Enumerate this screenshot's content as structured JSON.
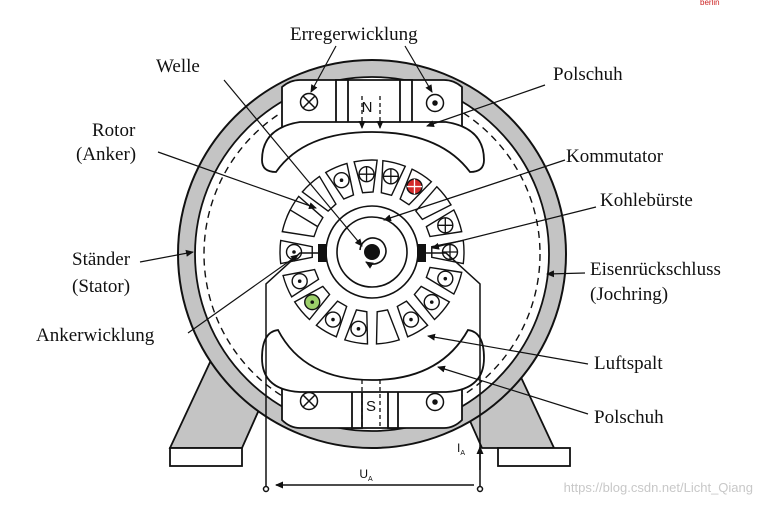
{
  "labels": {
    "erregerwicklung": "Erregerwicklung",
    "welle": "Welle",
    "polschuh_top": "Polschuh",
    "rotor": "Rotor",
    "anker": "(Anker)",
    "kommutator": "Kommutator",
    "kohlebuerste": "Kohlebürste",
    "staender": "Ständer",
    "stator": "(Stator)",
    "eisenrueckschluss": "Eisenrückschluss",
    "jochring": "(Jochring)",
    "ankerwicklung": "Ankerwicklung",
    "luftspalt": "Luftspalt",
    "polschuh_bottom": "Polschuh"
  },
  "poles": {
    "north": "N",
    "south": "S"
  },
  "terminals": {
    "voltage": "U",
    "voltage_sub": "A",
    "current": "I",
    "current_sub": "A"
  },
  "watermark": "https://blog.csdn.net/Licht_Qiang",
  "corner_logo": "berlin",
  "colors": {
    "stator_ring": "#c4c4c4",
    "line": "#111111",
    "highlight_red": "#d42b2b",
    "highlight_green": "#9ccf6a"
  }
}
